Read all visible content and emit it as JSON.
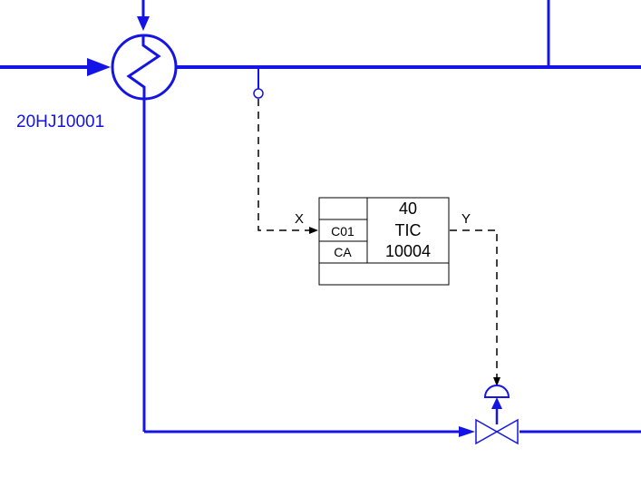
{
  "colors": {
    "pipe": "#1414e6",
    "signal": "#000000",
    "background": "#ffffff"
  },
  "heat_exchanger": {
    "tag": "20HJ10001"
  },
  "controller": {
    "loop_number": "40",
    "function": "TIC",
    "tag_number": "10004",
    "left_cell_top": "",
    "left_cell_mid": "C01",
    "left_cell_bottom": "CA",
    "bottom_row": ""
  },
  "signals": {
    "input_label": "X",
    "output_label": "Y"
  },
  "valve": {
    "actuator": "diaphragm-actuator-icon",
    "body": "gate-valve-icon"
  }
}
